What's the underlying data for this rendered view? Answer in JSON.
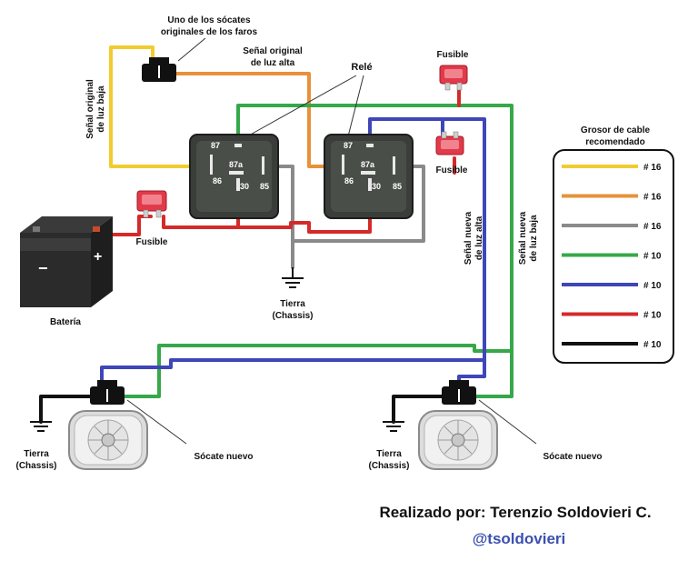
{
  "labels": {
    "socket_original_1": "Uno de los sócates",
    "socket_original_2": "originales de los faros",
    "high_beam_original_1": "Señal original",
    "high_beam_original_2": "de luz alta",
    "low_beam_original_1": "Señal original",
    "low_beam_original_2": "de luz baja",
    "relay": "Relé",
    "fuse_top": "Fusible",
    "fuse_mid": "Fusible",
    "fuse_battery": "Fusible",
    "battery": "Batería",
    "ground_center_1": "Tierra",
    "ground_center_2": "(Chassis)",
    "ground_left_1": "Tierra",
    "ground_left_2": "(Chassis)",
    "ground_right_1": "Tierra",
    "ground_right_2": "(Chassis)",
    "new_high_1": "Señal nueva",
    "new_high_2": "de luz alta",
    "new_low_1": "Señal nueva",
    "new_low_2": "de luz baja",
    "socket_new_left": "Sócate nuevo",
    "socket_new_right": "Sócate nuevo",
    "battery_minus": "−",
    "battery_plus": "+"
  },
  "relay_pins": {
    "p87": "87",
    "p86": "86",
    "p87a": "87a",
    "p30": "30",
    "p85": "85"
  },
  "legend": {
    "title_1": "Grosor de cable",
    "title_2": "recomendado",
    "items": [
      {
        "color": "#f2cc2e",
        "gauge": "# 16"
      },
      {
        "color": "#e8913a",
        "gauge": "# 16"
      },
      {
        "color": "#8a8a8a",
        "gauge": "# 16"
      },
      {
        "color": "#36a84a",
        "gauge": "# 10"
      },
      {
        "color": "#3f46b8",
        "gauge": "# 10"
      },
      {
        "color": "#d42a2a",
        "gauge": "# 10"
      },
      {
        "color": "#111111",
        "gauge": "# 10"
      }
    ]
  },
  "credit": {
    "author": "Realizado por: Terenzio Soldovieri C.",
    "handle": "@tsoldovieri"
  }
}
